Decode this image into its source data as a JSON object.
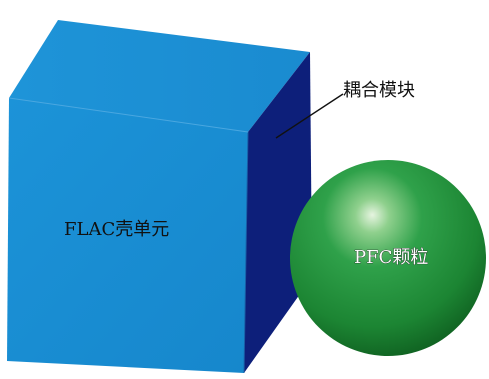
{
  "labels": {
    "shell_element": "FLAC壳单元",
    "coupling_module": "耦合模块",
    "particle": "PFC颗粒"
  },
  "colors": {
    "cube_front": "#1a8fd4",
    "cube_top": "#1b8fd3",
    "cube_side": "#0d1f7a",
    "sphere_main": "#1f8a35",
    "sphere_highlight": "#dff0da",
    "leader_line": "#111111"
  }
}
